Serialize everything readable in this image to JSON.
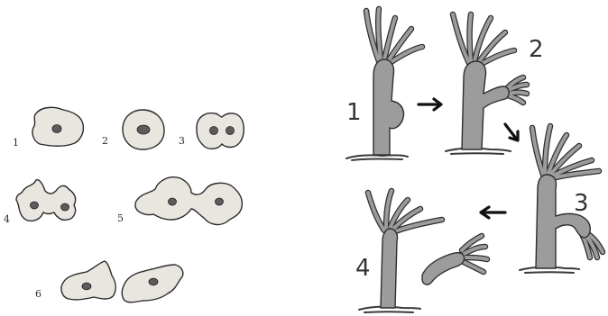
{
  "amoeba_panel": {
    "stage_labels": [
      "1",
      "2",
      "3",
      "4",
      "5",
      "6"
    ]
  },
  "hydra_panel": {
    "stage_labels": [
      "1",
      "2",
      "3",
      "4"
    ]
  },
  "colors": {
    "amoeba_fill": "#e9e6e0",
    "hydra_fill": "#9c9c9c",
    "outline": "#2b2b2b"
  }
}
